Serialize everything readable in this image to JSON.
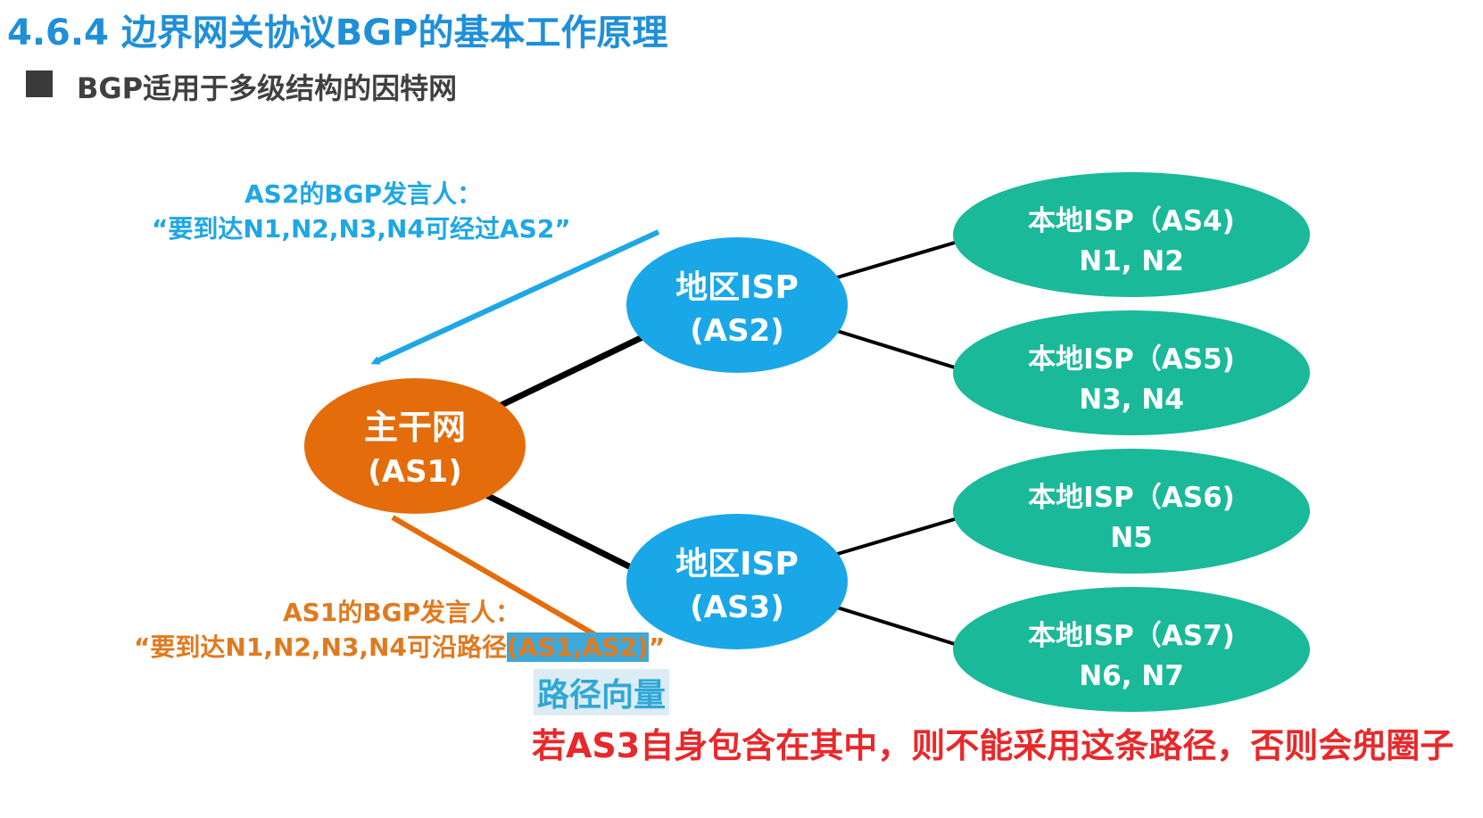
{
  "slide": {
    "title": "4.6.4 边界网关协议BGP的基本工作原理",
    "bullet": "BGP适用于多级结构的因特网"
  },
  "nodes": {
    "backbone": {
      "line1": "主干网",
      "line2": "(AS1)"
    },
    "regional_as2": {
      "line1": "地区ISP",
      "line2": "(AS2)"
    },
    "regional_as3": {
      "line1": "地区ISP",
      "line2": "(AS3)"
    },
    "local_as4": {
      "line1": "本地ISP（AS4)",
      "line2": "N1, N2"
    },
    "local_as5": {
      "line1": "本地ISP（AS5)",
      "line2": "N3, N4"
    },
    "local_as6": {
      "line1": "本地ISP（AS6)",
      "line2": "N5"
    },
    "local_as7": {
      "line1": "本地ISP（AS7)",
      "line2": "N6, N7"
    }
  },
  "annotations": {
    "as2_speaker_title": "AS2的BGP发言人：",
    "as2_speaker_quote": "“要到达N1,N2,N3,N4可经过AS2”",
    "as1_speaker_title": "AS1的BGP发言人：",
    "as1_speaker_quote_prefix": "“要到达N1,N2,N3,N4可沿路径",
    "as1_speaker_path": "(AS1,AS2)",
    "as1_speaker_quote_suffix": "”",
    "path_vector_label": "路径向量",
    "warning": "若AS3自身包含在其中，则不能采用这条路径，否则会兜圈子"
  },
  "colors": {
    "title_blue": "#1f8fd8",
    "backbone_orange": "#e46c0a",
    "regional_blue": "#1aa7e8",
    "local_teal": "#1ab99a",
    "as2_annotation_blue": "#1ea7e4",
    "as1_annotation_orange": "#e07a1f",
    "warning_red": "#e8282a"
  }
}
